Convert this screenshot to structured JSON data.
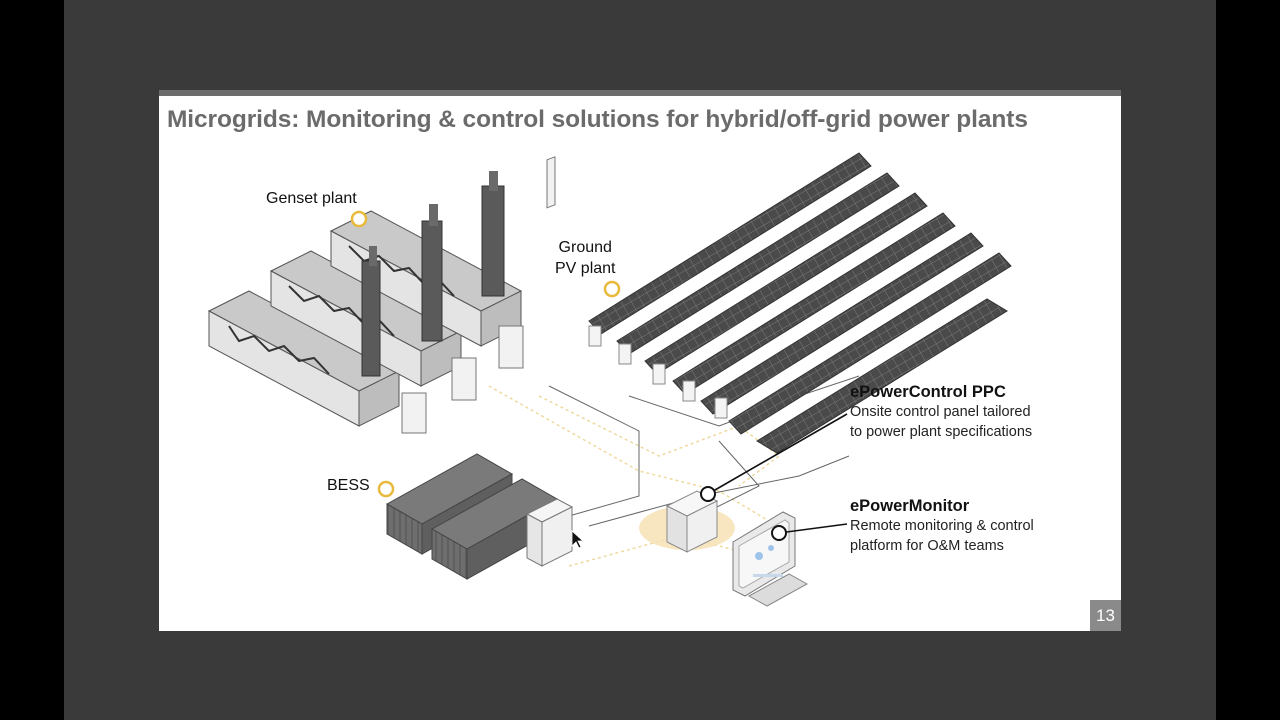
{
  "slide": {
    "title": "Microgrids: Monitoring & control solutions for hybrid/off-grid power plants",
    "page_number": "13"
  },
  "labels": {
    "genset": "Genset plant",
    "ground_pv_line1": "Ground",
    "ground_pv_line2": "PV plant",
    "bess": "BESS"
  },
  "callouts": {
    "ppc": {
      "title": "ePowerControl PPC",
      "line1": "Onsite control panel tailored",
      "line2": "to power plant specifications"
    },
    "monitor": {
      "title": "ePowerMonitor",
      "line1": "Remote monitoring & control",
      "line2": "platform for O&M teams"
    }
  },
  "colors": {
    "marker": "#e8b93a",
    "title_gray": "#6b6b6b",
    "panel": "#4a4a4a"
  }
}
